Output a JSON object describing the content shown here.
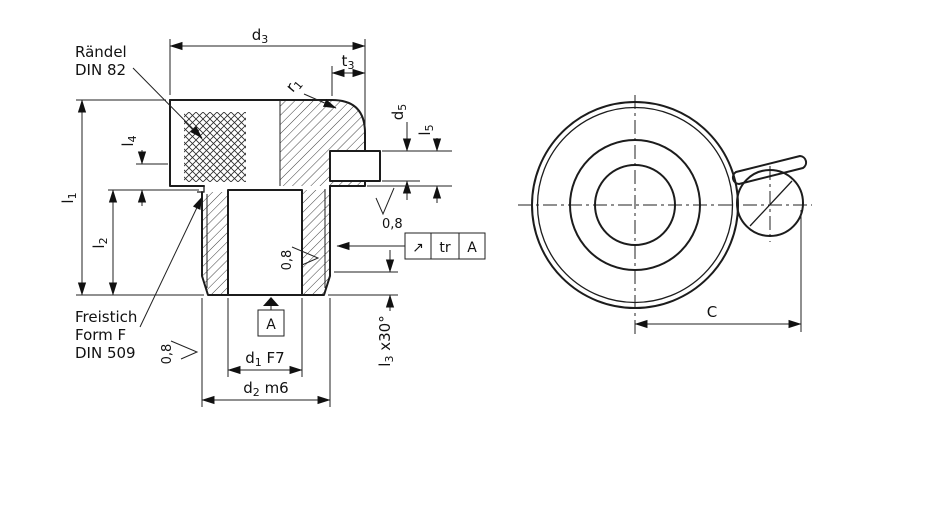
{
  "page": {
    "background": "#ffffff"
  },
  "drawing": {
    "type": "technical-drawing",
    "notes": {
      "knurl": {
        "line1": "Rändel",
        "line2": "DIN 82"
      },
      "undercut": {
        "line1": "Freistich",
        "line2": "Form F",
        "line3": "DIN 509"
      }
    },
    "dimensions": {
      "d3": {
        "base": "d",
        "sub": "3",
        "suffix": ""
      },
      "t3": {
        "base": "t",
        "sub": "3",
        "suffix": ""
      },
      "r1": {
        "base": "r",
        "sub": "1",
        "suffix": ""
      },
      "d5": {
        "base": "d",
        "sub": "5",
        "suffix": ""
      },
      "l5": {
        "base": "l",
        "sub": "5",
        "suffix": ""
      },
      "l4": {
        "base": "l",
        "sub": "4",
        "suffix": ""
      },
      "l1": {
        "base": "l",
        "sub": "1",
        "suffix": ""
      },
      "l2": {
        "base": "l",
        "sub": "2",
        "suffix": ""
      },
      "l3": {
        "base": "l",
        "sub": "3",
        "suffix": " x30°"
      },
      "d1": {
        "base": "d",
        "sub": "1",
        "suffix": " F7"
      },
      "d2": {
        "base": "d",
        "sub": "2",
        "suffix": " m6"
      },
      "c": {
        "base": "C",
        "sub": "",
        "suffix": ""
      }
    },
    "surface_roughness": {
      "value": "0,8"
    },
    "datum": {
      "label": "A"
    },
    "tolerance_frame": {
      "symbol": "↗",
      "tolerance": "tr",
      "datum": "A"
    },
    "colors": {
      "line": "#1c1c1c",
      "background": "#ffffff"
    }
  }
}
